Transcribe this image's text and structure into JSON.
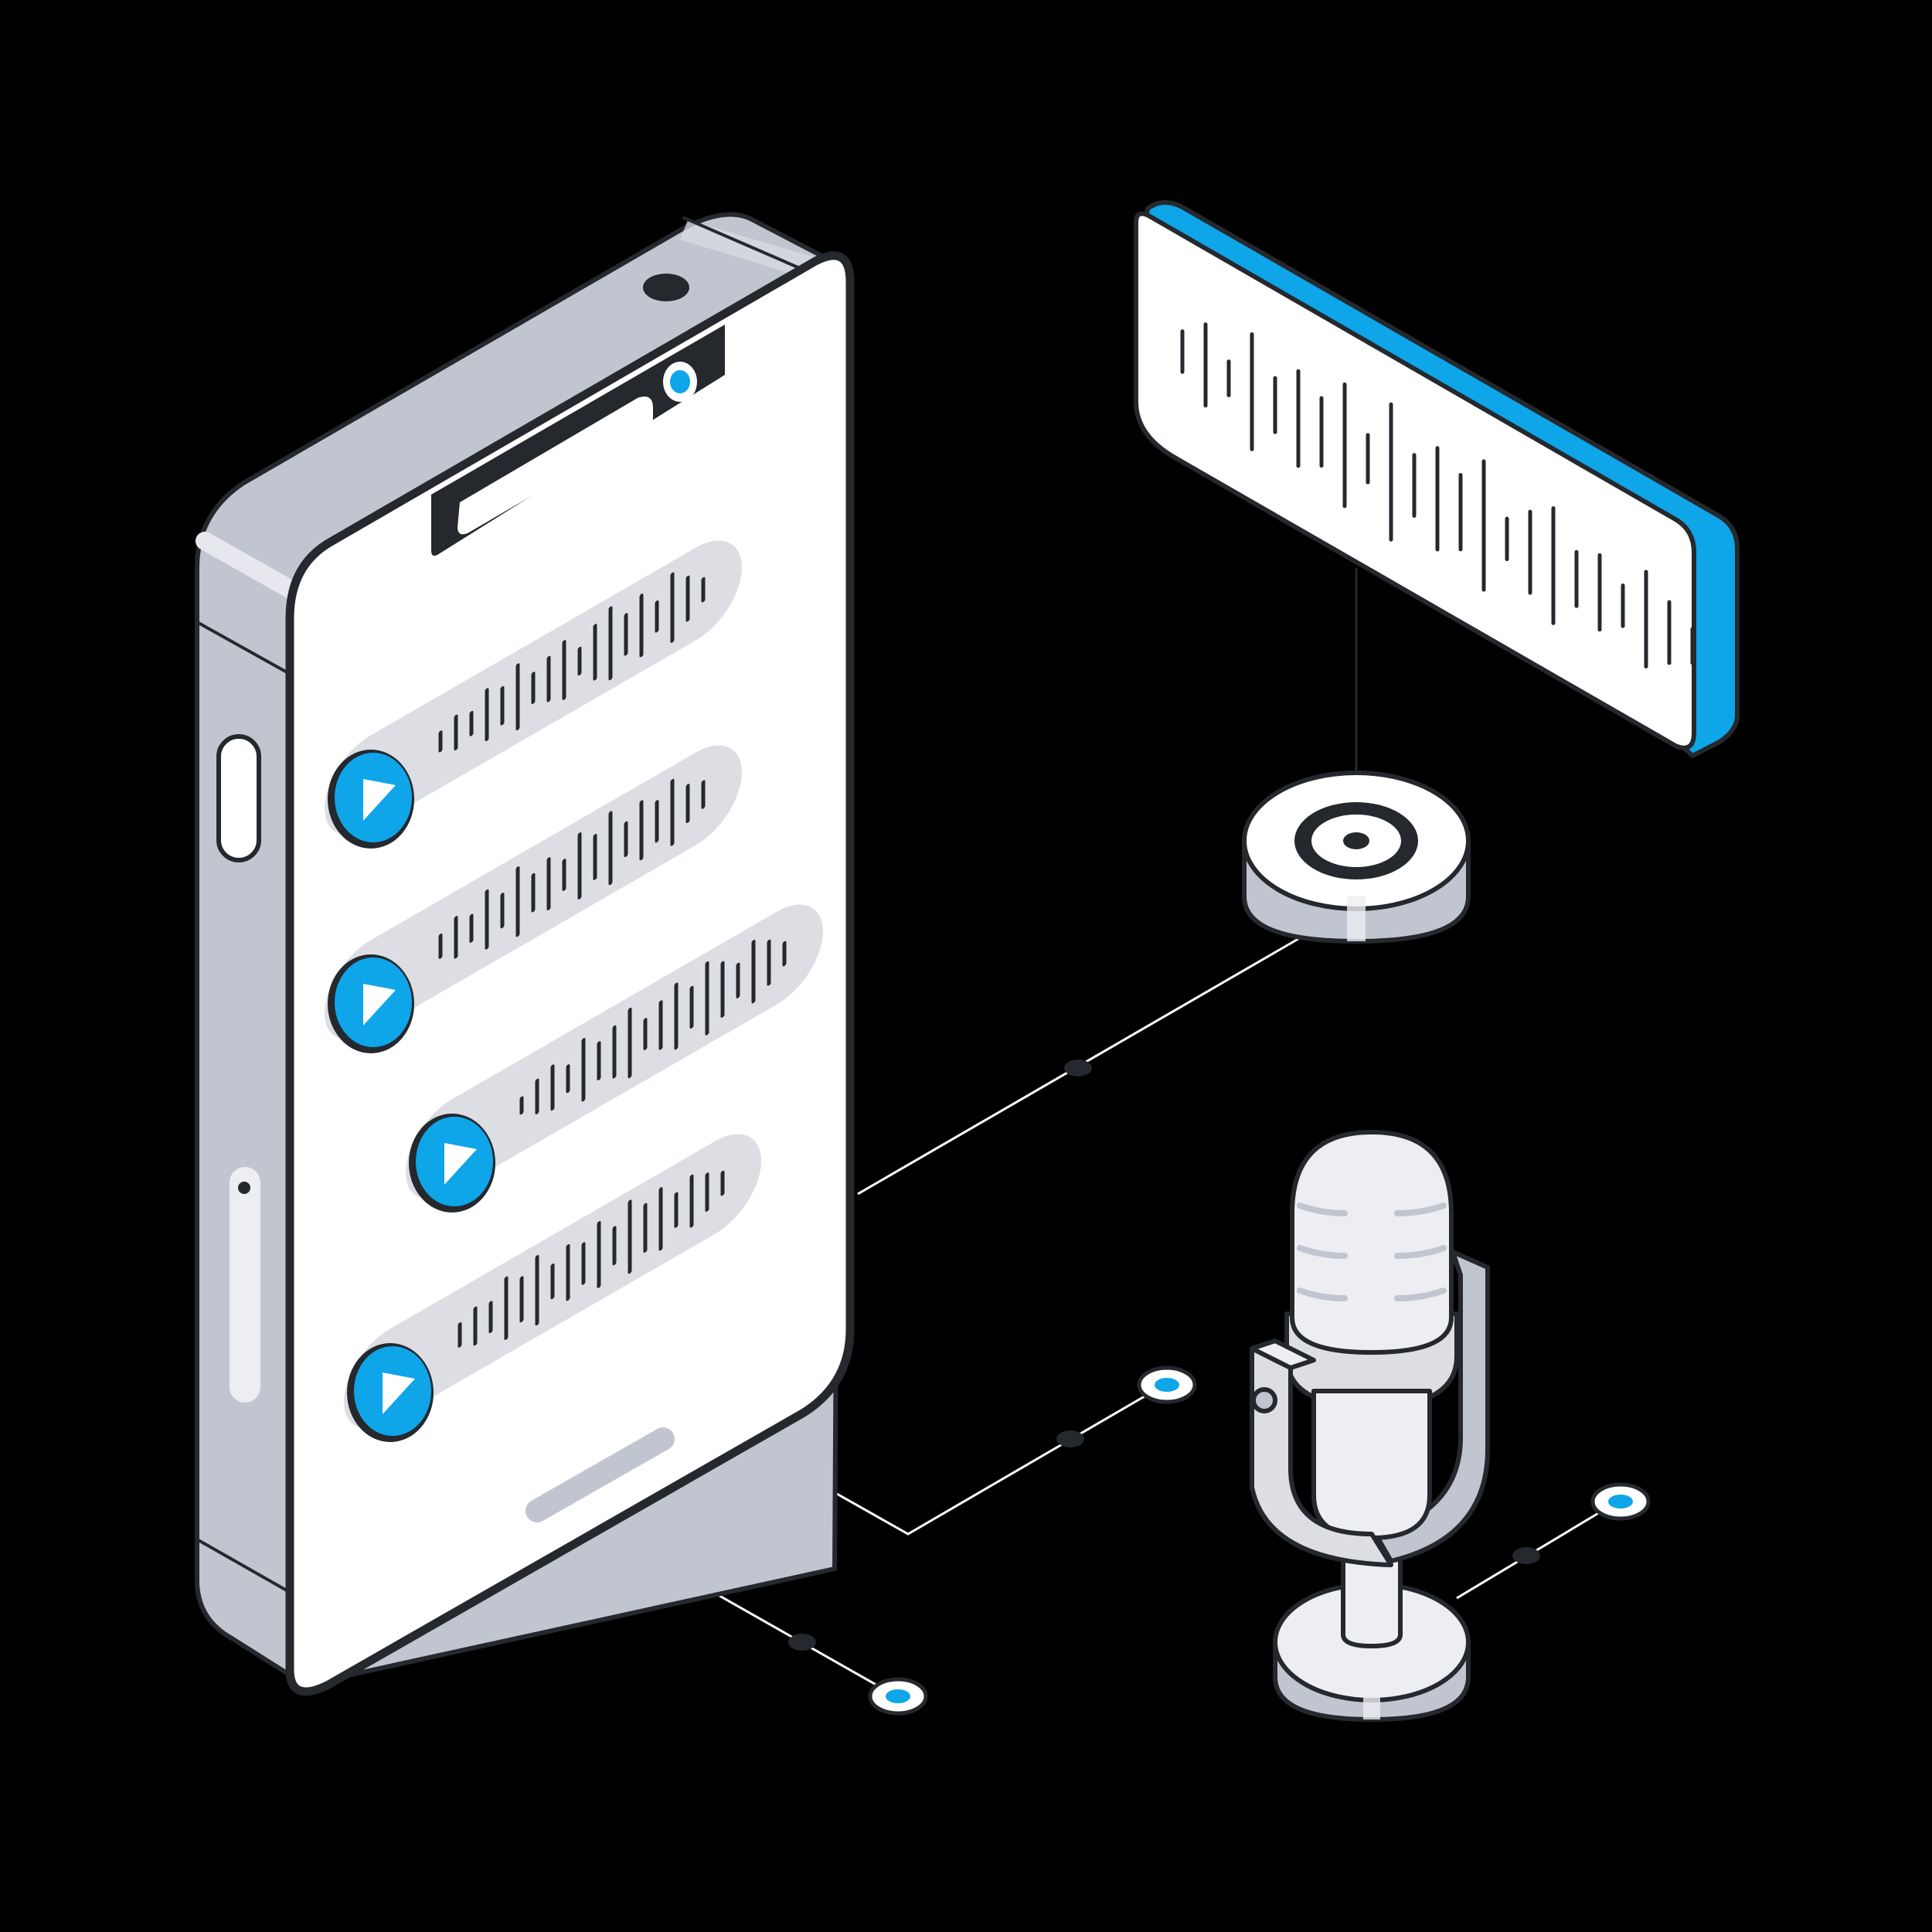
{
  "illustration": {
    "subject": "voice-messages-recording",
    "colors": {
      "background": "#000000",
      "accent": "#0ea5e9",
      "outline": "#25282d",
      "surface": "#ffffff",
      "body_gray": "#c1c5cf",
      "bubble_gray": "#dcdee4",
      "light_gray": "#eceef2"
    },
    "phone": {
      "voice_messages": [
        {
          "id": "voice-message-1",
          "icon": "play-icon",
          "bars": [
            0.25,
            0.45,
            0.3,
            0.7,
            0.5,
            0.9,
            0.4,
            0.6,
            0.8,
            0.35,
            0.75,
            1.0,
            0.55,
            0.85,
            0.4,
            0.95,
            0.6,
            0.3
          ]
        },
        {
          "id": "voice-message-2",
          "icon": "play-icon",
          "bars": [
            0.3,
            0.55,
            0.35,
            0.8,
            0.45,
            0.95,
            0.5,
            0.7,
            0.4,
            0.9,
            0.6,
            1.0,
            0.45,
            0.8,
            0.55,
            0.9,
            0.5,
            0.35
          ]
        },
        {
          "id": "voice-message-3",
          "icon": "play-icon",
          "bars": [
            0.2,
            0.45,
            0.6,
            0.35,
            0.85,
            0.5,
            0.7,
            0.95,
            0.4,
            0.65,
            0.9,
            0.55,
            1.0,
            0.75,
            0.45,
            0.85,
            0.6,
            0.3
          ]
        },
        {
          "id": "voice-message-4",
          "icon": "play-icon",
          "bars": [
            0.3,
            0.5,
            0.4,
            0.85,
            0.6,
            0.95,
            0.45,
            0.75,
            0.55,
            0.9,
            0.5,
            1.0,
            0.65,
            0.85,
            0.45,
            0.7,
            0.5,
            0.3
          ]
        }
      ]
    },
    "waveform_panel": {
      "bars": [
        0.3,
        0.6,
        0.25,
        0.85,
        0.4,
        0.7,
        0.5,
        0.9,
        0.35,
        1.0,
        0.45,
        0.75,
        0.55,
        0.95,
        0.3,
        0.6,
        0.85,
        0.4,
        0.55,
        0.3,
        0.7,
        0.45,
        0.25
      ]
    }
  }
}
